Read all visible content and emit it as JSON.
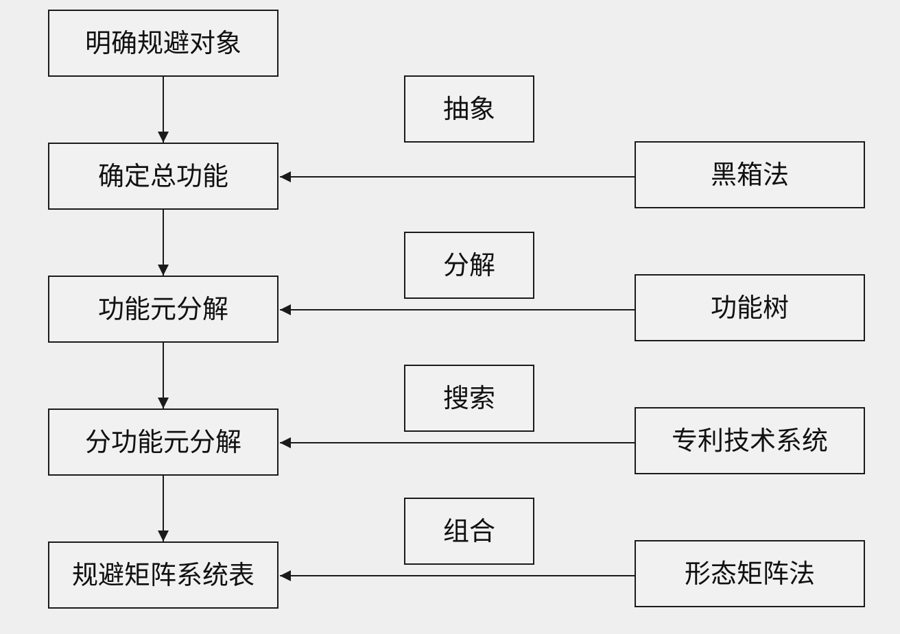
{
  "flow_steps": [
    "明确规避对象",
    "确定总功能",
    "功能元分解",
    "分功能元分解",
    "规避矩阵系统表"
  ],
  "operations": [
    "抽象",
    "分解",
    "搜索",
    "组合"
  ],
  "methods": [
    "黑箱法",
    "功能树",
    "专利技术系统",
    "形态矩阵法"
  ],
  "colors": {
    "background": "#efeff0",
    "line": "#1a1a1a"
  }
}
